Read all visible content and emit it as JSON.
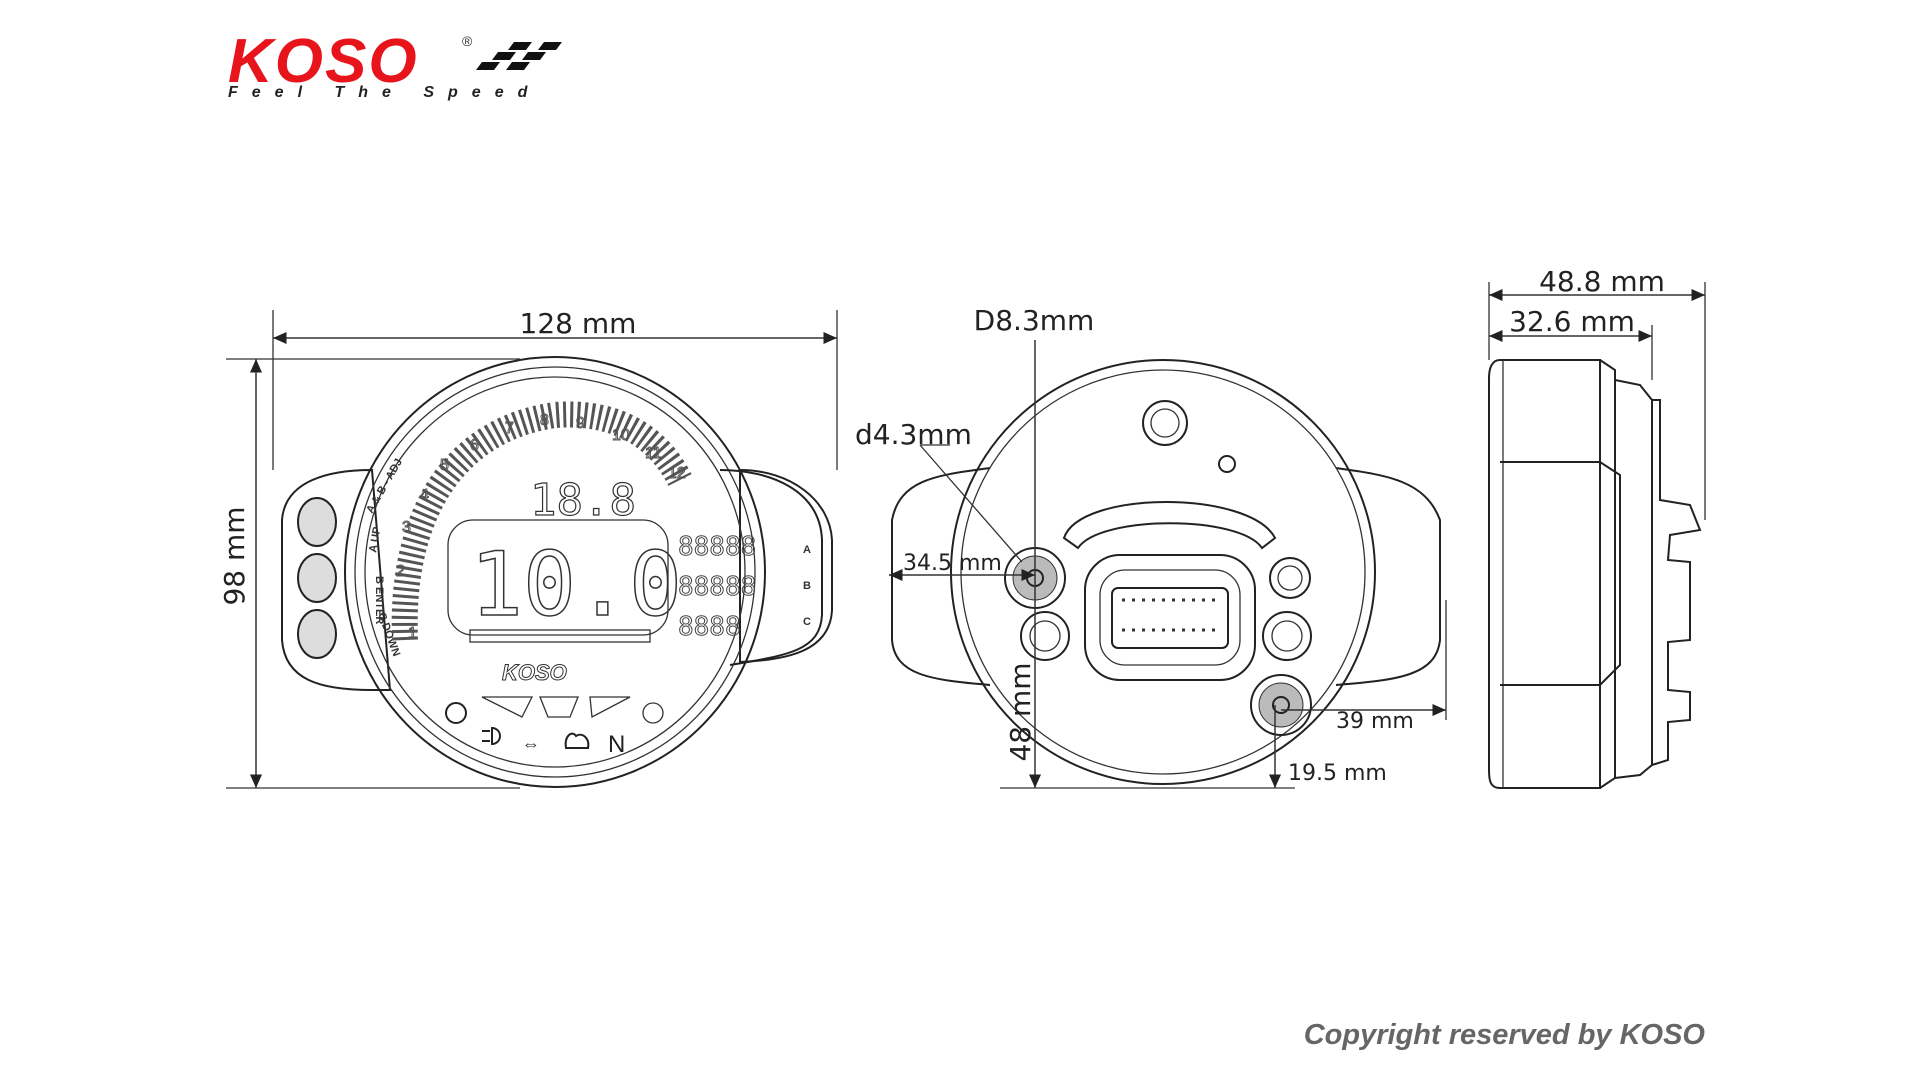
{
  "brand": {
    "logo_text": "KOSO",
    "tagline": "Feel The Speed",
    "red": "#e8141b"
  },
  "front_view": {
    "width_label": "128 mm",
    "height_label": "98 mm",
    "button_labels": [
      "A & B - ADJ",
      "A UP",
      "B ENTER",
      "C DOWN"
    ],
    "side_letters": [
      "A",
      "B",
      "C"
    ],
    "tach_numbers": [
      "1",
      "2",
      "3",
      "4",
      "5",
      "6",
      "7",
      "8",
      "9",
      "10",
      "11",
      "12"
    ],
    "display_digits": "10.0",
    "bezel_logo": "KOSO",
    "neutral_label": "N"
  },
  "rear_view": {
    "stud_diameter": "D8.3mm",
    "hole_diameter": "d4.3mm",
    "offset_horizontal": "34.5 mm",
    "offset_vertical": "48 mm",
    "lower_horizontal": "39 mm",
    "lower_vertical": "19.5 mm"
  },
  "side_view": {
    "total_depth": "48.8 mm",
    "body_depth": "32.6 mm"
  },
  "footer": {
    "copyright": "Copyright reserved by KOSO"
  }
}
